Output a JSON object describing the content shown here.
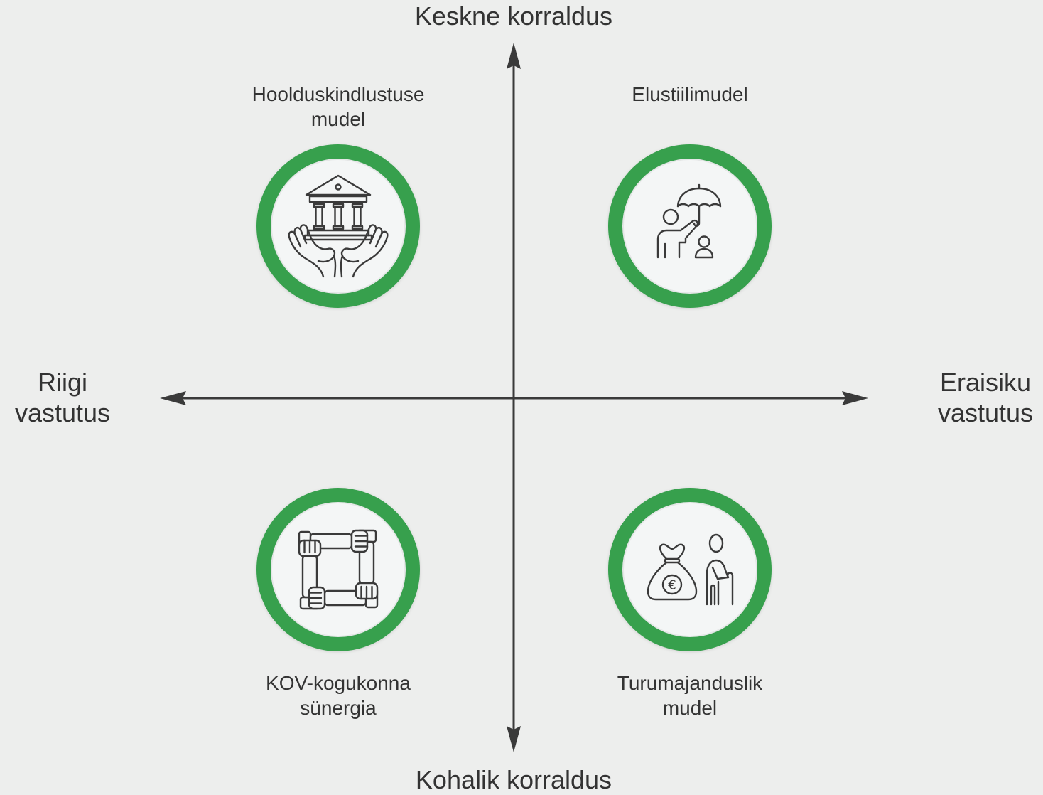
{
  "colors": {
    "background": "#edeeed",
    "ring": "#37a04d",
    "circle_fill": "#f4f6f6",
    "axis": "#3a3a3a",
    "text": "#333333",
    "icon_stroke": "#3a3a3a"
  },
  "axes": {
    "vertical": {
      "top_label": "Keskne korraldus",
      "bottom_label": "Kohalik korraldus"
    },
    "horizontal": {
      "left_label": [
        "Riigi",
        "vastutus"
      ],
      "right_label": [
        "Eraisiku",
        "vastutus"
      ]
    }
  },
  "quadrants": {
    "top_left": {
      "label": [
        "Hoolduskindlustuse",
        "mudel"
      ],
      "icon": "bank-in-hands-icon"
    },
    "top_right": {
      "label": [
        "Elustiilimudel"
      ],
      "icon": "umbrella-protection-icon"
    },
    "bottom_left": {
      "label": [
        "KOV-kogukonna",
        "sünergia"
      ],
      "icon": "interlocked-hands-icon"
    },
    "bottom_right": {
      "label": [
        "Turumajanduslik",
        "mudel"
      ],
      "icon": "money-bag-elderly-person-icon",
      "icon_symbol": "€"
    }
  }
}
